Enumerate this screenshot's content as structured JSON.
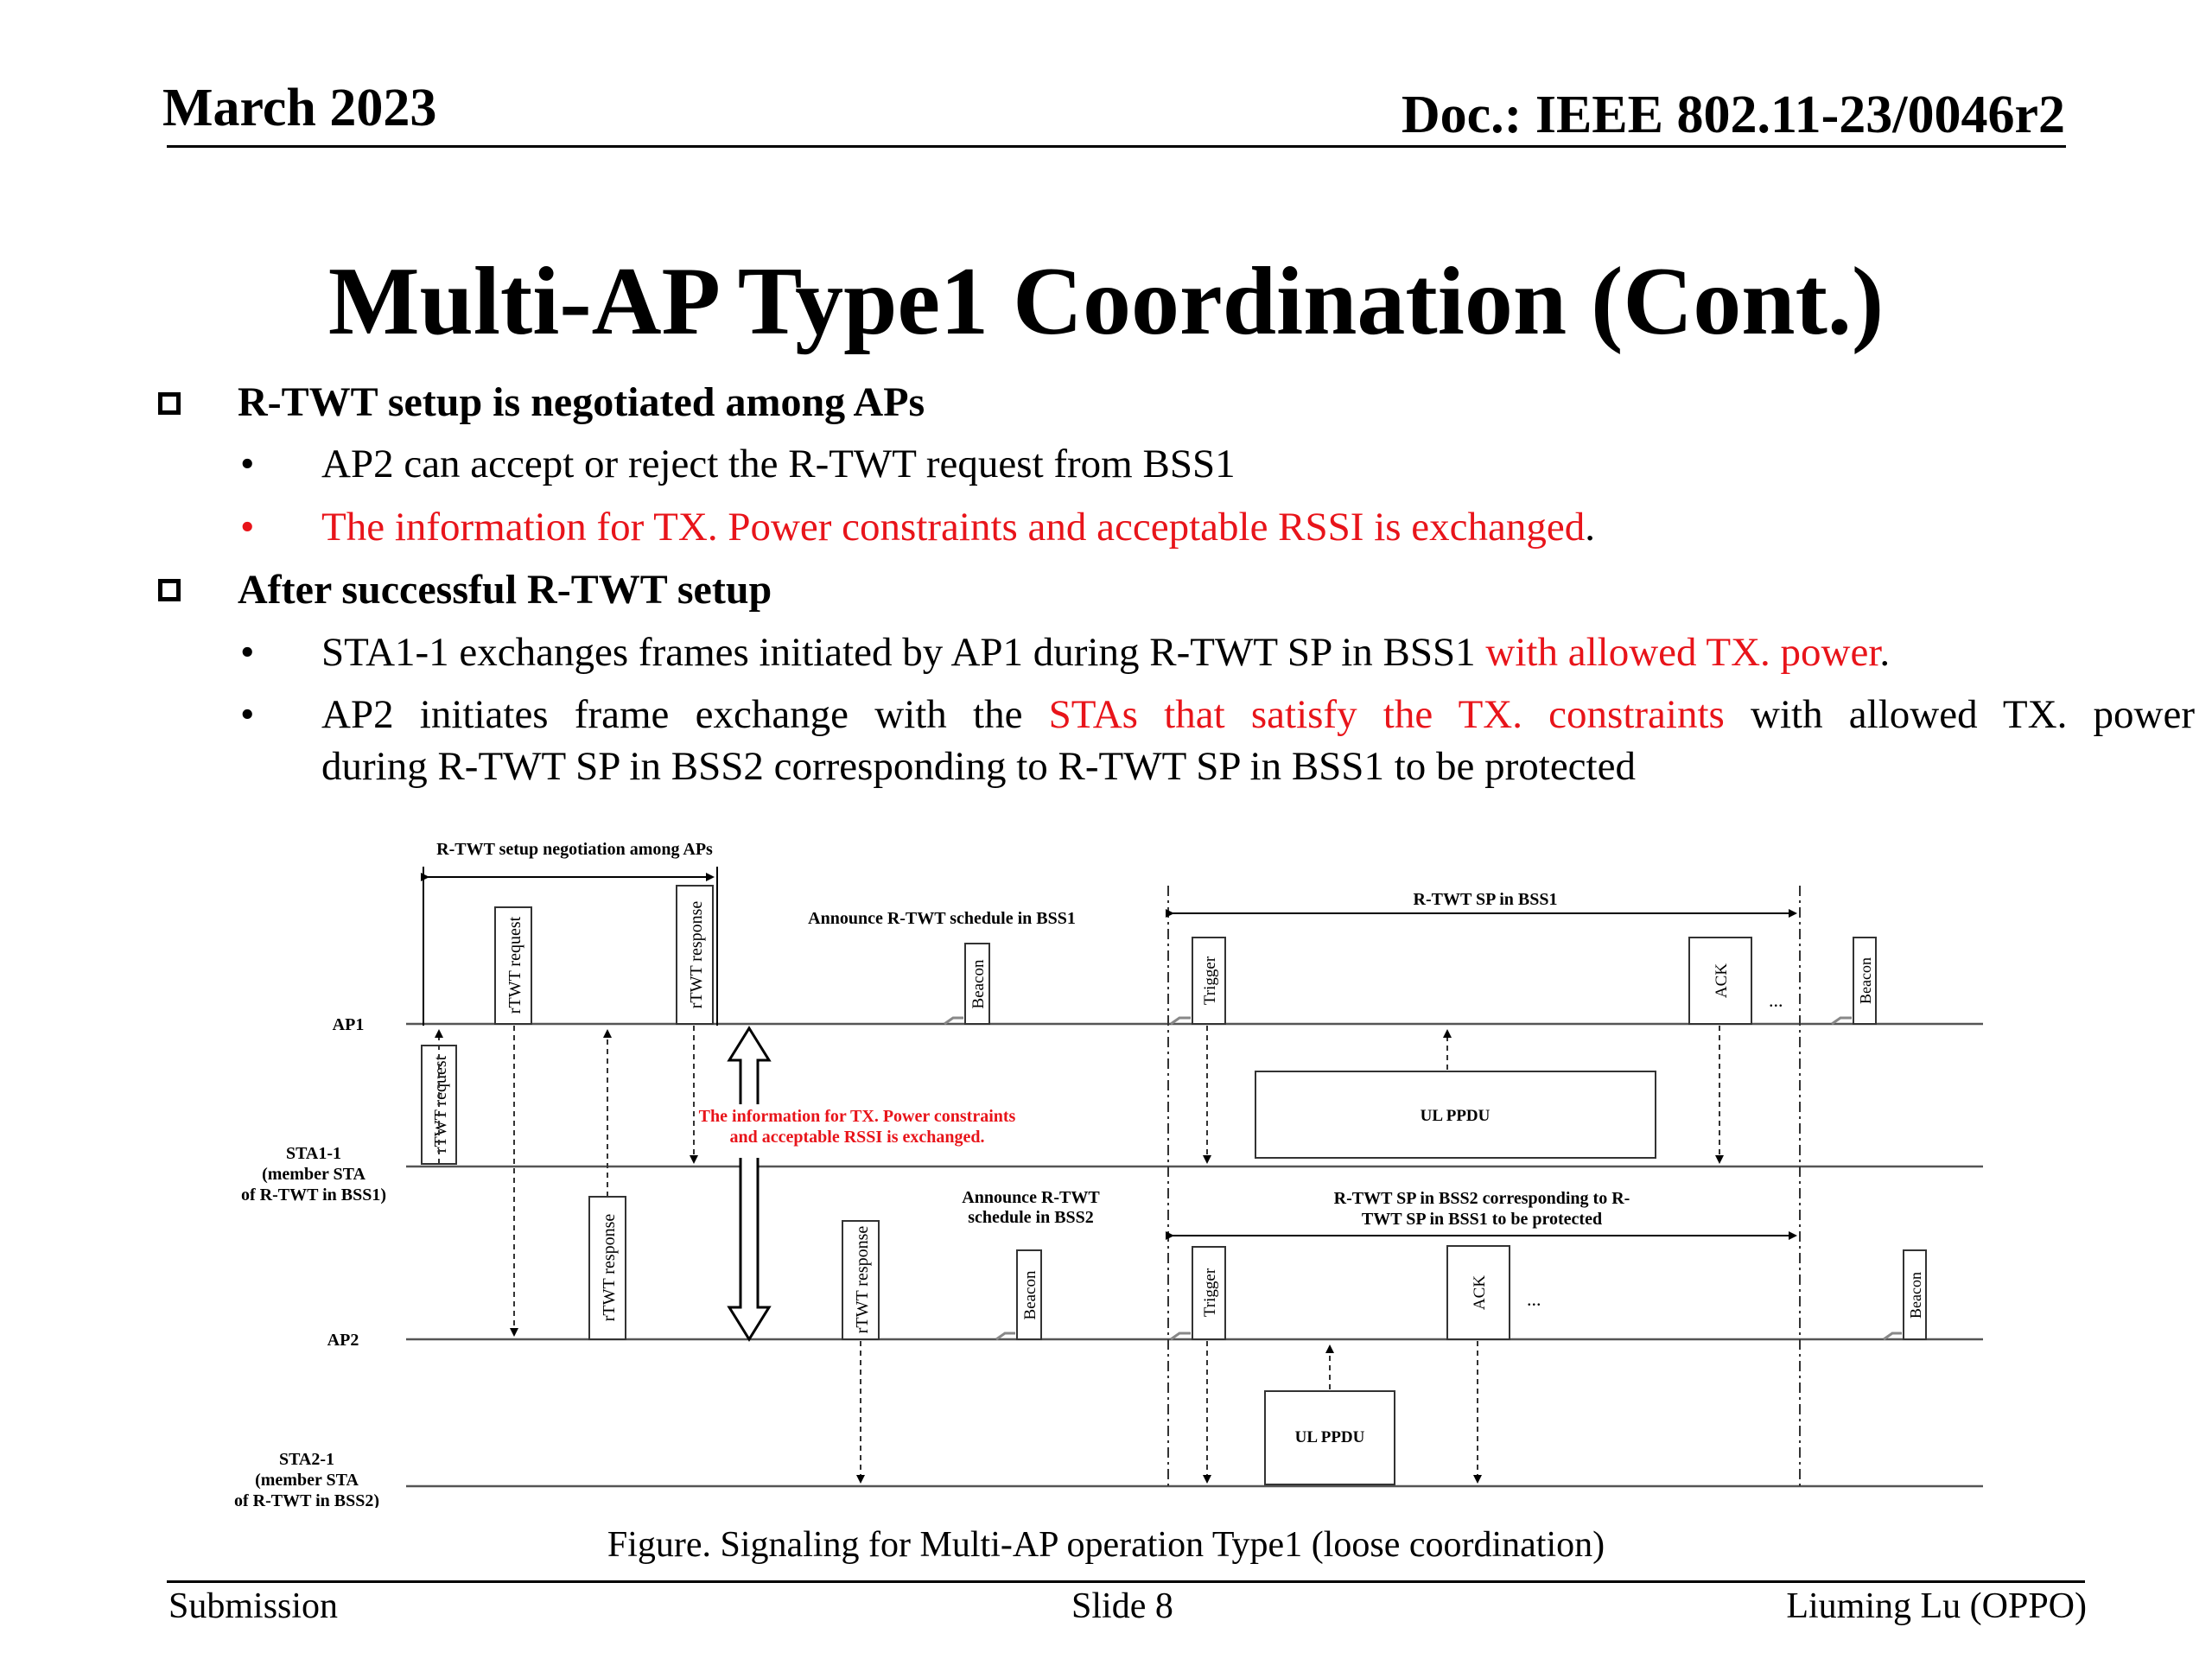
{
  "header": {
    "date": "March 2023",
    "doc": "Doc.: IEEE 802.11-23/0046r2"
  },
  "title": "Multi-AP Type1 Coordination (Cont.)",
  "sections": [
    {
      "heading": "R-TWT setup is negotiated among APs",
      "bullets": [
        {
          "text": "AP2 can accept or reject the R-TWT request from BSS1"
        },
        {
          "red": "The information for TX. Power constraints and acceptable RSSI is exchanged",
          "tail": "."
        }
      ]
    },
    {
      "heading": "After successful R-TWT setup",
      "bullets": [
        {
          "pre": "STA1-1 exchanges frames initiated by AP1 during R-TWT SP in BSS1 ",
          "red": "with allowed TX. power",
          "tail": "."
        },
        {
          "pre": "AP2 initiates frame exchange with the ",
          "red": "STAs that satisfy the TX. constraints",
          "tail": " with allowed TX. power",
          "line2": "during R-TWT SP in BSS2 corresponding to R-TWT SP  in BSS1 to be protected"
        }
      ]
    }
  ],
  "figure": {
    "rows": {
      "ap1": "AP1",
      "sta11": [
        "STA1-1",
        "(member STA",
        "of R-TWT in BSS1)"
      ],
      "ap2": "AP2",
      "sta21": [
        "STA2-1",
        "(member STA",
        "of R-TWT in BSS2)"
      ]
    },
    "labels": {
      "setup_negotiation": "R-TWT setup negotiation among APs",
      "announce_bss1": "Announce R-TWT schedule in BSS1",
      "sp_bss1": "R-TWT SP in BSS1",
      "announce_bss2": [
        "Announce R-TWT",
        "schedule in BSS2"
      ],
      "sp_bss2": [
        "R-TWT SP in BSS2 corresponding to R-",
        "TWT SP  in BSS1 to be protected"
      ],
      "info_exchange": [
        "The information for TX. Power constraints",
        "and acceptable RSSI is exchanged."
      ],
      "ellipsis": "..."
    },
    "frames": {
      "rtwt_request": "rTWT request",
      "rtwt_response": "rTWT response",
      "beacon": "Beacon",
      "trigger": "Trigger",
      "ack": "ACK",
      "ul_ppdu": "UL PPDU"
    },
    "info_color": "#e8141a",
    "caption": "Figure. Signaling for Multi-AP operation Type1  (loose coordination)"
  },
  "footer": {
    "left": "Submission",
    "center": "Slide 8",
    "right": "Liuming Lu (OPPO)"
  }
}
